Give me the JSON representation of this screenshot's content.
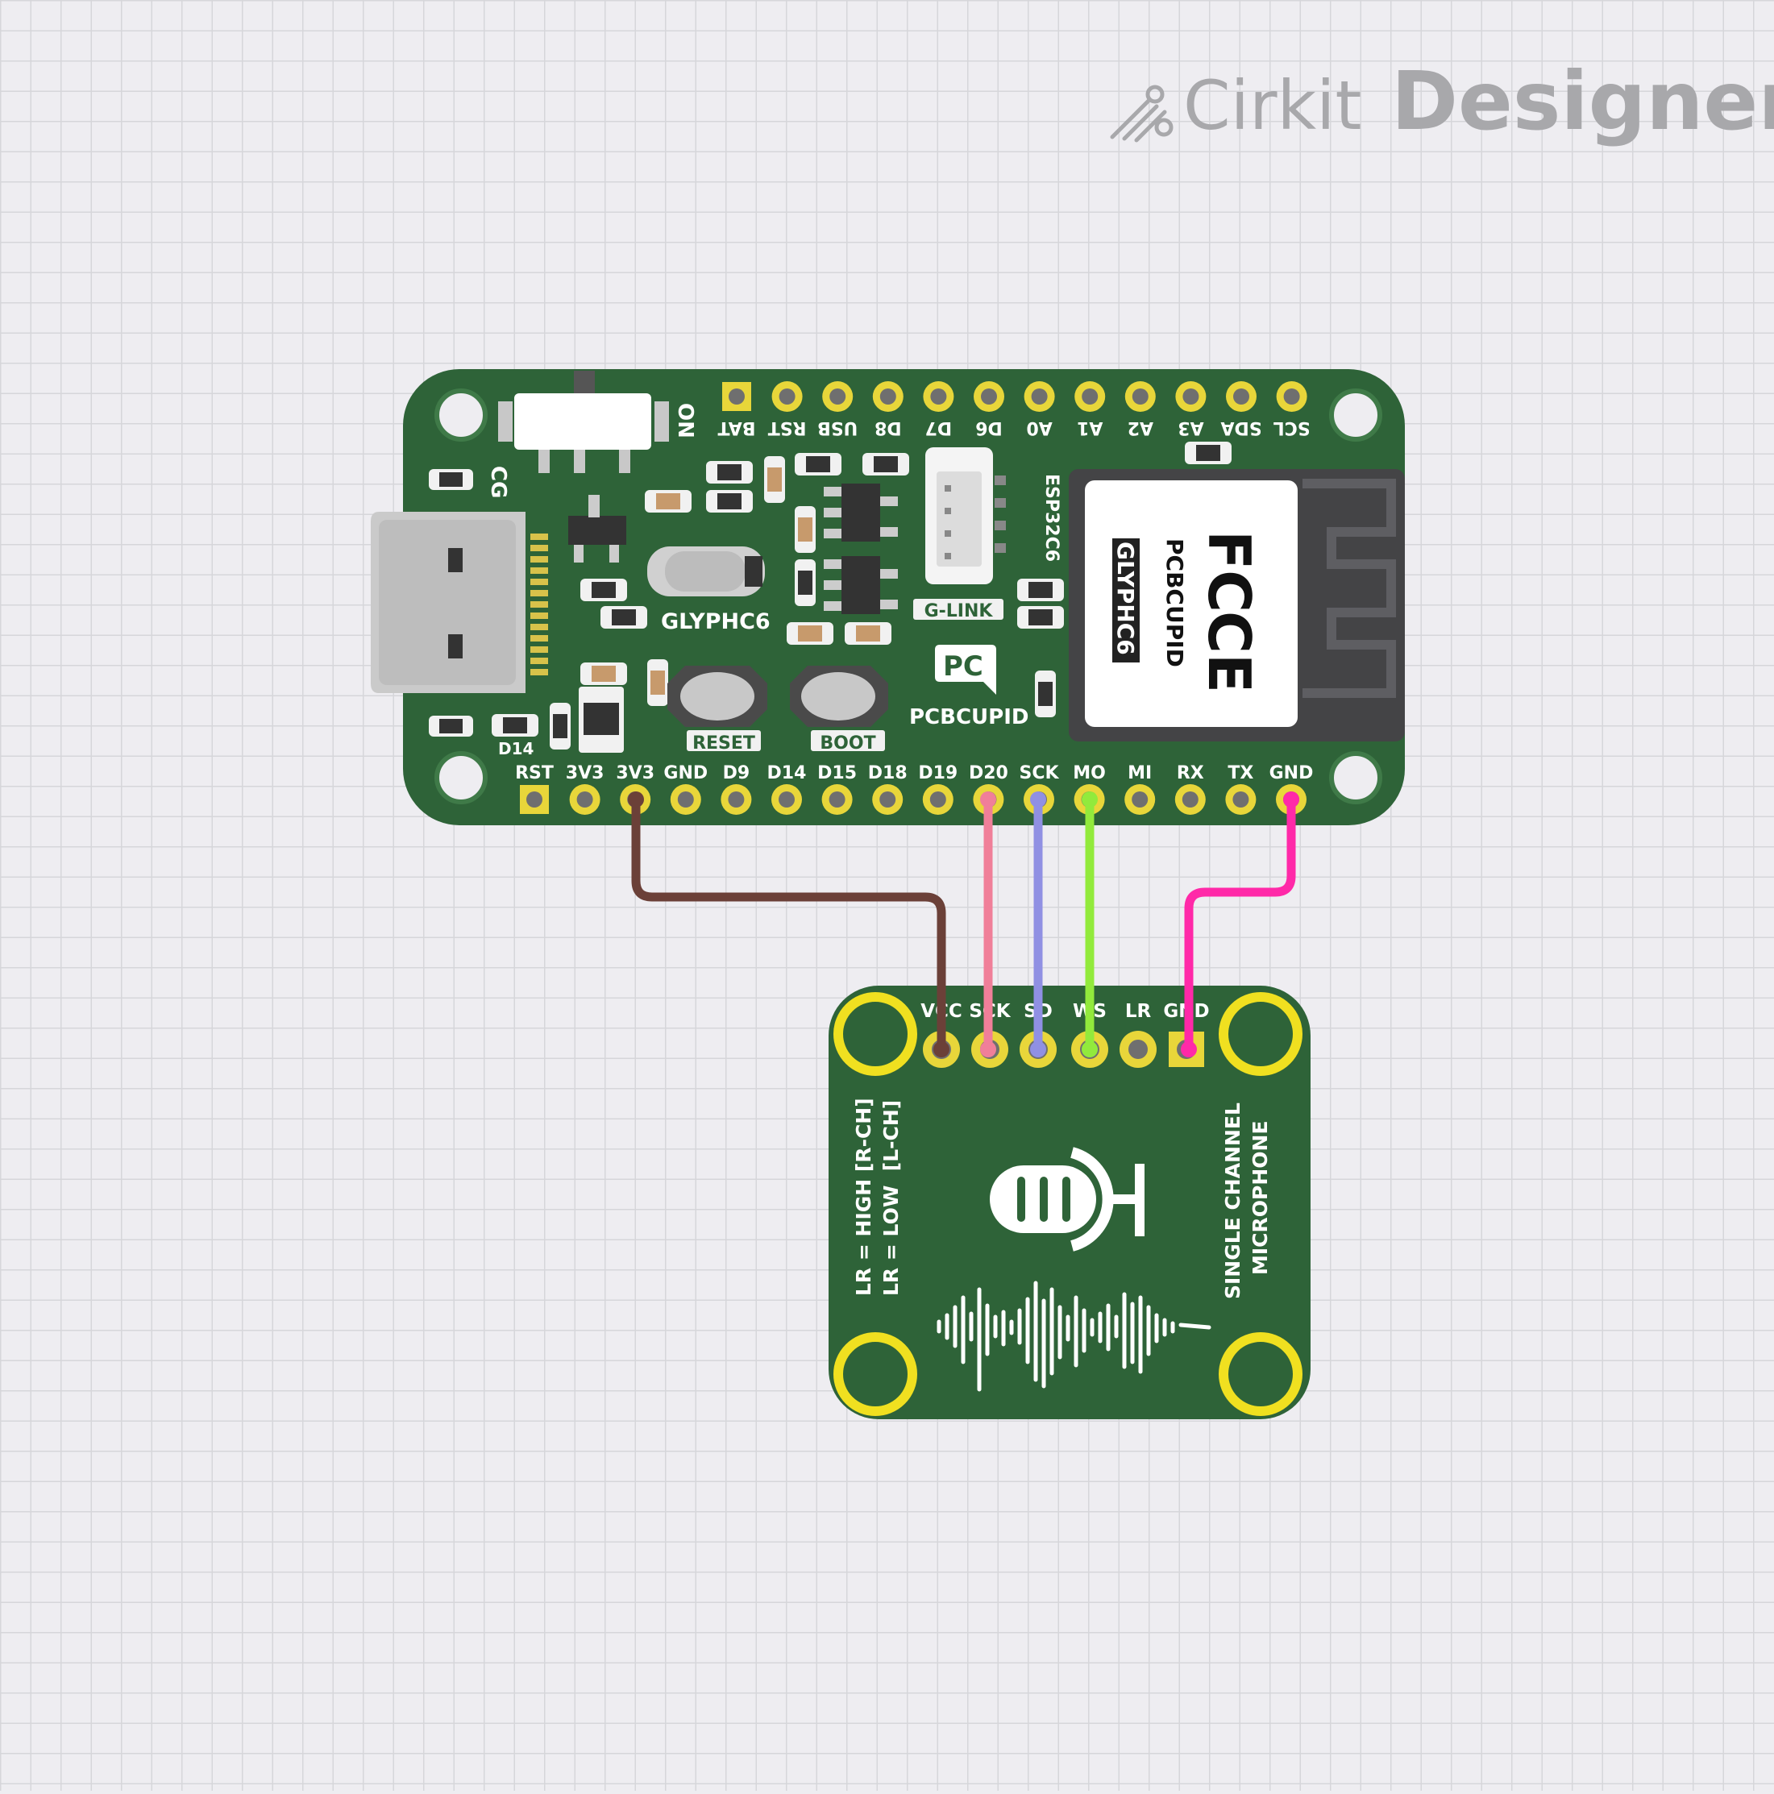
{
  "app": {
    "brand_light": "Cirkit",
    "brand_bold": "Designer"
  },
  "colors": {
    "canvas": "#eeedf1",
    "grid": "#d8d8dc",
    "pcb_green": "#2e6338",
    "pad_gold": "#e8d63a",
    "wire_3v3": "#6b4038",
    "wire_sck": "#f07f99",
    "wire_sd": "#9090e3",
    "wire_ws": "#92ea3c",
    "wire_gnd": "#ff29a8"
  },
  "board": {
    "silk_name": "GLYPHC6",
    "silk_brand": "PCBCUPID",
    "logo": "PC",
    "switch_label": "ON",
    "charge_label": "CG",
    "led_label": "D14",
    "connector_label": "G-LINK",
    "chip_label": "ESP32C6",
    "reset_label": "RESET",
    "boot_label": "BOOT",
    "module": {
      "cert_fc": "FC",
      "cert_ce": "CE",
      "brand": "PCBCUPID",
      "model": "GLYPHC6"
    },
    "top_pins": [
      "BAT",
      "RST",
      "USB",
      "D8",
      "D7",
      "D6",
      "A0",
      "A1",
      "A2",
      "A3",
      "SDA",
      "SCL"
    ],
    "bottom_pins": [
      "RST",
      "3V3",
      "3V3",
      "GND",
      "D9",
      "D14",
      "D15",
      "D18",
      "D19",
      "D20",
      "SCK",
      "MO",
      "MI",
      "RX",
      "TX",
      "GND"
    ]
  },
  "mic": {
    "pins": [
      "VCC",
      "SCK",
      "SD",
      "WS",
      "LR",
      "GND"
    ],
    "side_note_1": "LR = HIGH [R-CH]",
    "side_note_2": "LR = LOW  [L-CH]",
    "title_1": "SINGLE CHANNEL",
    "title_2": "MICROPHONE"
  },
  "icons": {
    "watermark": "cirkit-logo-icon",
    "mic": "microphone-icon",
    "wave": "waveform-icon"
  }
}
